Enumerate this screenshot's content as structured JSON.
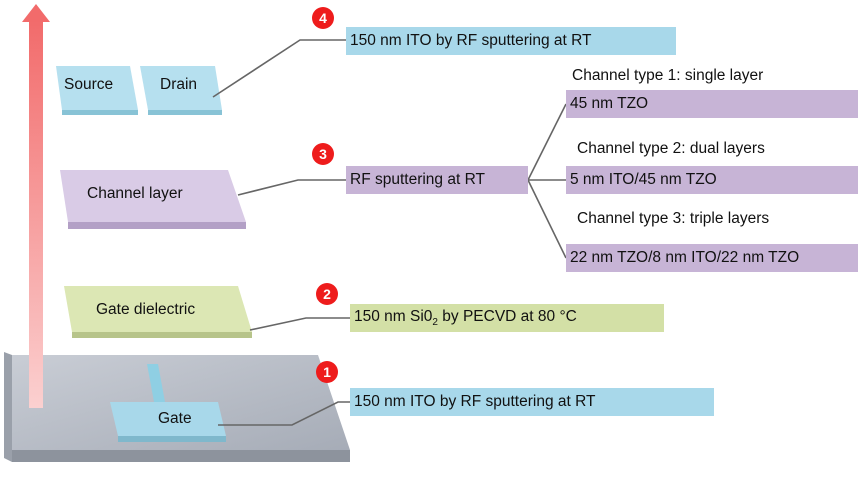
{
  "layers": {
    "gate": "Gate",
    "gate_dielectric": "Gate dielectric",
    "channel_layer": "Channel layer",
    "source": "Source",
    "drain": "Drain"
  },
  "steps": [
    {
      "badge": "1",
      "text": "150 nm ITO by RF sputtering at RT"
    },
    {
      "badge": "2",
      "text_main": "150 nm Si0",
      "text_sub": "2",
      "text_rest": " by PECVD at 80 °C"
    },
    {
      "badge": "3",
      "text": "RF sputtering at RT"
    },
    {
      "badge": "4",
      "text": "150 nm ITO by RF sputtering at RT"
    }
  ],
  "channel_types": [
    {
      "title": "Channel type 1: single layer",
      "value": "45 nm TZO"
    },
    {
      "title": "Channel type 2: dual  layers",
      "value": "5 nm ITO/45 nm TZO"
    },
    {
      "title": "Channel type 3: triple layers",
      "value": "22 nm TZO/8 nm ITO/22 nm TZO"
    }
  ],
  "colors": {
    "blue": "#a8d8ea",
    "purple": "#c7b4d6",
    "green": "#d3e0a6",
    "badge": "#ee1c1c",
    "arrow": "#f58a8a",
    "substrate": "#a9b0bb"
  }
}
